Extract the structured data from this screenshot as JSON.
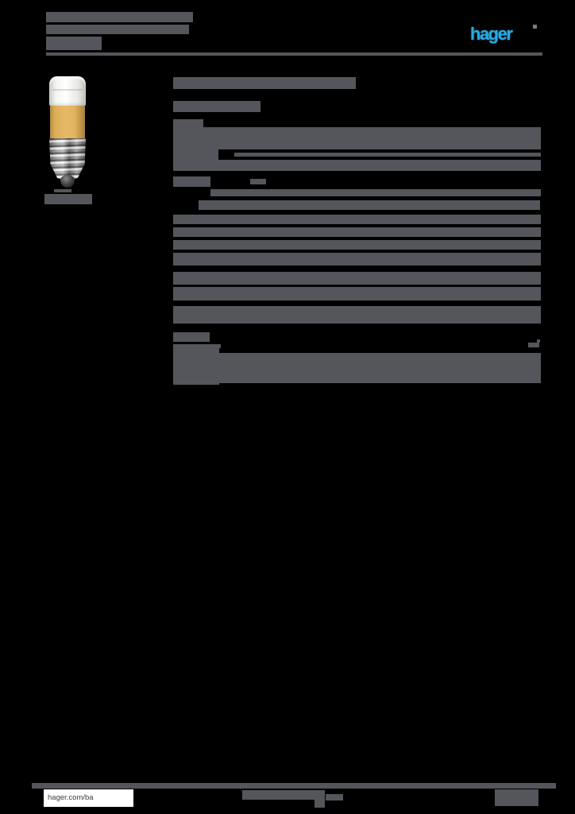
{
  "brand": {
    "logo_text": "hager",
    "logo_color": "#29A9E0"
  },
  "header": {
    "redacted_lines": 3,
    "rule_color": "#55565b"
  },
  "product": {
    "image_name": "e10-indicator-lamp-photo",
    "cap_color": "#EFEFEC",
    "body_color": "#E1B45F",
    "caption_redacted": true
  },
  "main": {
    "title_redacted": true,
    "characteristics_rows_redacted": 11,
    "second_section_redacted": true
  },
  "footer": {
    "website_label": "hager.com/ba",
    "center_text_redacted": true,
    "right_text_redacted": true
  },
  "theme": {
    "background": "#000000",
    "redaction_color": "#55565b"
  }
}
